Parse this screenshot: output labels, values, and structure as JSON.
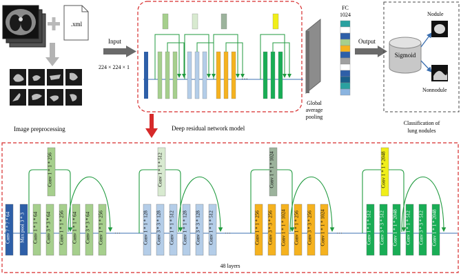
{
  "top": {
    "xml_label": ".xml",
    "input_label": "Input",
    "input_size": "224 × 224 × 1",
    "output_label": "Output",
    "fc_label_1": "FC",
    "fc_label_2": "1024",
    "gap_label_1": "Global",
    "gap_label_2": "average",
    "gap_label_3": "pooling",
    "sigmoid_label": "Sigmoid",
    "nodule_label": "Nodule",
    "nonnodule_label": "Nonnodule",
    "preprocessing_caption": "Image preprocessing",
    "network_caption": "Deep residual network model",
    "classification_caption_1": "Classification of",
    "classification_caption_2": "lung nodules",
    "dots": "···"
  },
  "bottom": {
    "layers_caption": "48 layers",
    "dots": "···",
    "stem": [
      "Conv 7 * 7 * 64",
      "Max pool 3 * 3"
    ],
    "stages": [
      {
        "name": "stage1",
        "color": "#a6cf8d",
        "shortcut": "Conv 1 * 1 * 256",
        "blocks": [
          [
            "Conv 1 * 1 * 64",
            "Conv 3 * 3 * 64",
            "Conv 1 * 1 * 256"
          ],
          [
            "Conv 1 * 1 * 64",
            "Conv 3 * 3 * 64",
            "Conv 1 * 1 * 256"
          ]
        ]
      },
      {
        "name": "stage2",
        "color": "#b4cde8",
        "shortcut": "Conv 1 * 1 * 512",
        "blocks": [
          [
            "Conv 1 * 1 * 128",
            "Conv 3 * 3 * 128",
            "Conv 1 * 1 * 512"
          ],
          [
            "Conv 1 * 1 * 128",
            "Conv 3 * 3 * 128",
            "Conv 1 * 1 * 512"
          ]
        ]
      },
      {
        "name": "stage3",
        "color": "#f5b21f",
        "shortcut": "Conv 1 * 1 * 1024",
        "blocks": [
          [
            "Conv 1 * 1 * 256",
            "Conv 3 * 3 * 256",
            "Conv 1 * 1 * 1024"
          ],
          [
            "Conv 1 * 1 * 256",
            "Conv 3 * 3 * 256",
            "Conv 1 * 1 * 1024"
          ]
        ]
      },
      {
        "name": "stage4",
        "color": "#19ad55",
        "shortcut": "Conv 1 * 1 * 2048",
        "blocks": [
          [
            "Conv 1 * 1 * 512",
            "Conv 3 * 3 * 512",
            "Conv 1 * 1 * 2048"
          ],
          [
            "Conv 1 * 1 * 512",
            "Conv 3 * 3 * 512",
            "Conv 1 * 1 * 2048"
          ]
        ]
      }
    ]
  },
  "colors": {
    "blue": "#2e5fa8",
    "green": "#a6cf8d",
    "green_dark": "#19ad55",
    "lightblue": "#b4cde8",
    "orange": "#f5b21f",
    "red_dashed": "#d62a2a",
    "arrow_green": "#1f9a3e",
    "arrow_blue": "#3b6fb0",
    "gray_block": "#808080",
    "shortcut_stage3": "#9cb39c",
    "shortcut_stage4": "#f0ee1a"
  },
  "fc_colors": [
    "#2aa1a0",
    "#ffffff",
    "#2e5fa8",
    "#a6cf8d",
    "#f5b21f",
    "#2e5fa8",
    "#a0a0a0",
    "#ffffff",
    "#2e5fa8",
    "#1a5f8a",
    "#2aa1a0",
    "#8ab4e0"
  ]
}
